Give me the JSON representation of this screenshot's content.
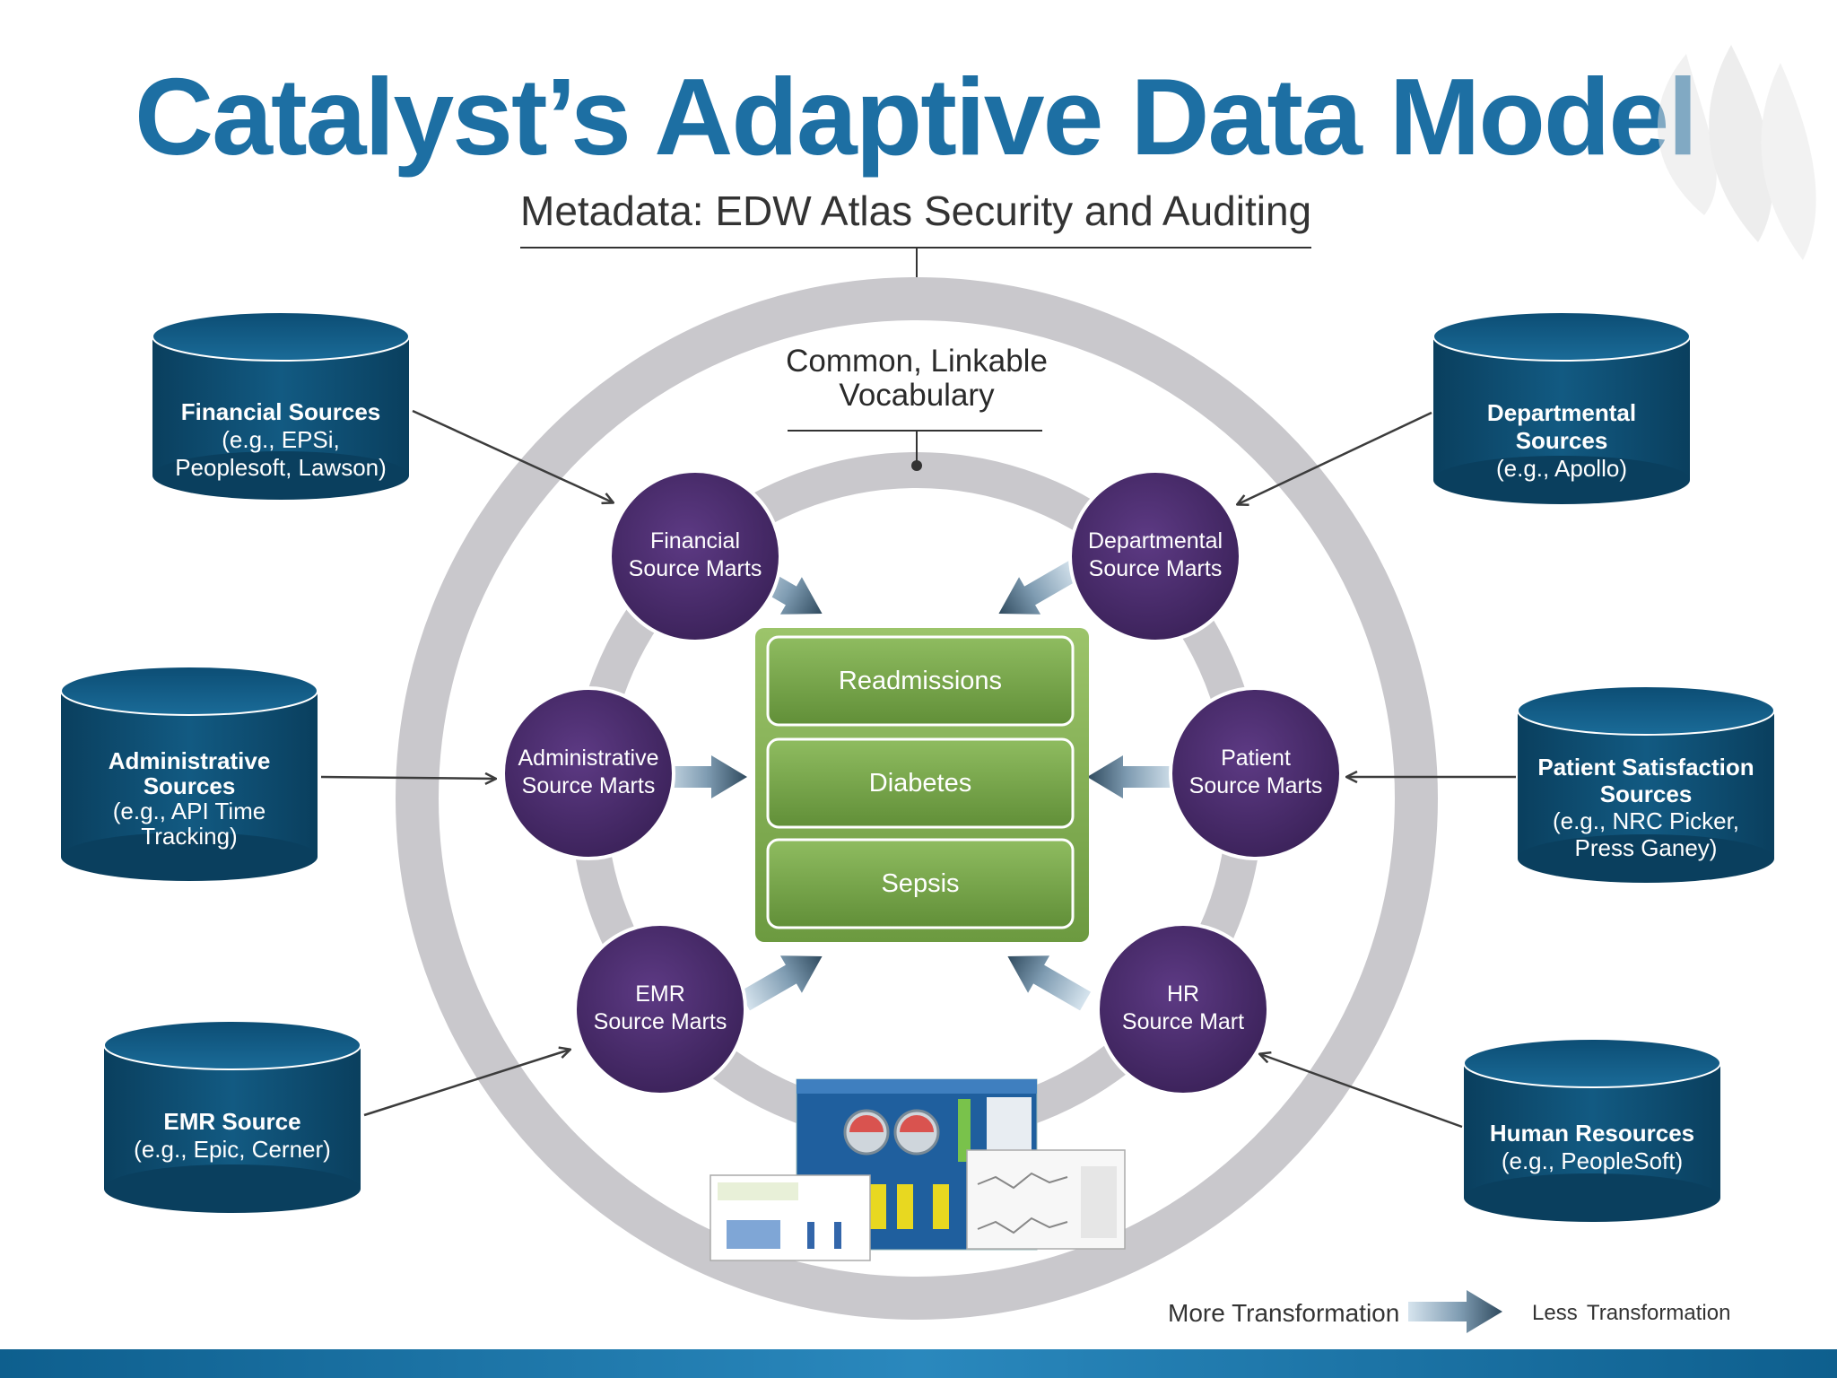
{
  "title": "Catalyst’s Adaptive Data Model",
  "metadata_label": "Metadata: EDW Atlas Security and Auditing",
  "vocabulary_label": [
    "Common, Linkable",
    "Vocabulary"
  ],
  "sources": {
    "financial": {
      "bold": [
        "Financial Sources"
      ],
      "normal": [
        "(e.g., EPSi,",
        "Peoplesoft, Lawson)"
      ]
    },
    "administrative": {
      "bold": [
        "Administrative",
        "Sources"
      ],
      "normal": [
        "(e.g., API Time",
        "Tracking)"
      ]
    },
    "emr": {
      "bold": [
        "EMR Source"
      ],
      "normal": [
        "(e.g., Epic, Cerner)"
      ]
    },
    "departmental": {
      "bold": [
        "Departmental",
        "Sources"
      ],
      "normal": [
        "(e.g., Apollo)"
      ]
    },
    "patient_satisfaction": {
      "bold": [
        "Patient Satisfaction",
        "Sources"
      ],
      "normal": [
        "(e.g., NRC Picker,",
        "Press Ganey)"
      ]
    },
    "human_resources": {
      "bold": [
        "Human Resources"
      ],
      "normal": [
        "(e.g., PeopleSoft)"
      ]
    }
  },
  "marts": {
    "financial": [
      "Financial",
      "Source Marts"
    ],
    "departmental": [
      "Departmental",
      "Source Marts"
    ],
    "administrative": [
      "Administrative",
      "Source Marts"
    ],
    "patient": [
      "Patient",
      "Source Marts"
    ],
    "emr": [
      "EMR",
      "Source Marts"
    ],
    "hr": [
      "HR",
      "Source Mart"
    ]
  },
  "hub_items": [
    "Readmissions",
    "Diabetes",
    "Sepsis"
  ],
  "legend": {
    "more": "More Transformation",
    "less": "Less  Transformation"
  },
  "colors": {
    "title": "#1d6fa3",
    "database": "#0e4e72",
    "mart": "#4b2e6b",
    "hub": "#7eaa4e",
    "ring": "#c9c8cc",
    "footer": "#1a6ea0"
  }
}
